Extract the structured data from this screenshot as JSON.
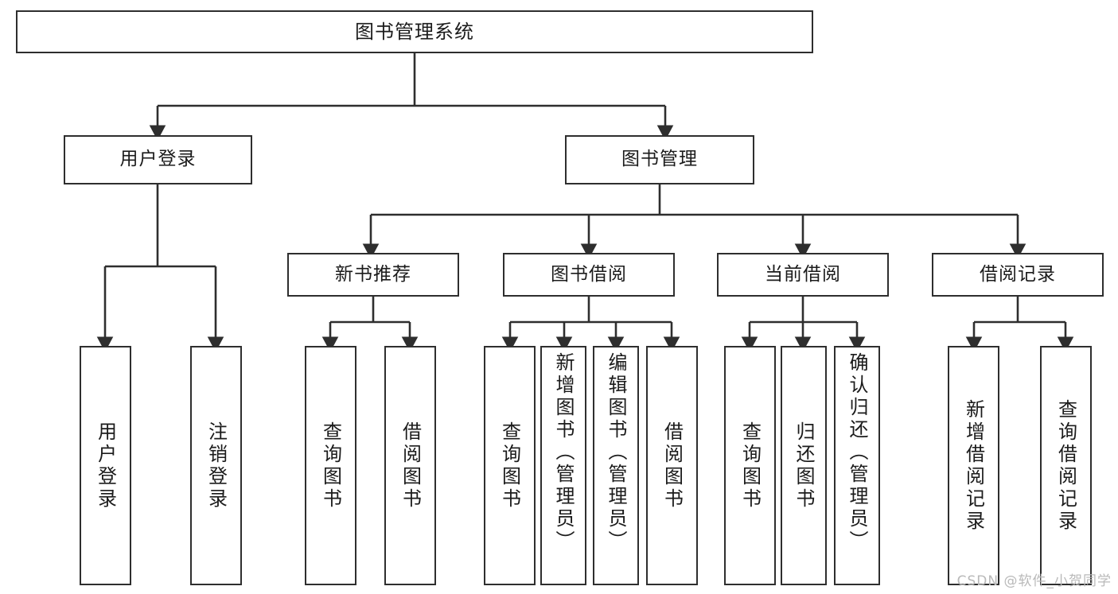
{
  "diagram": {
    "title_node": {
      "label": "图书管理系统"
    },
    "level1": [
      {
        "label": "用户登录"
      },
      {
        "label": "图书管理"
      }
    ],
    "level2": [
      {
        "label": "新书推荐"
      },
      {
        "label": "图书借阅"
      },
      {
        "label": "当前借阅"
      },
      {
        "label": "借阅记录"
      }
    ],
    "leaves": {
      "user_login": [
        {
          "label": "用户登录"
        },
        {
          "label": "注销登录"
        }
      ],
      "new_book_recommend": [
        {
          "label": "查询图书"
        },
        {
          "label": "借阅图书"
        }
      ],
      "book_borrow": [
        {
          "label": "查询图书"
        },
        {
          "label": "新增图书（管理员）"
        },
        {
          "label": "编辑图书（管理员）"
        },
        {
          "label": "借阅图书"
        }
      ],
      "current_borrow": [
        {
          "label": "查询图书"
        },
        {
          "label": "归还图书"
        },
        {
          "label": "确认归还（管理员）"
        }
      ],
      "borrow_record": [
        {
          "label": "新增借阅记录"
        },
        {
          "label": "查询借阅记录"
        }
      ]
    }
  },
  "watermark": {
    "text": "CSDN @软件_小贺同学"
  },
  "colors": {
    "stroke": "#2e2e2e",
    "background": "#ffffff",
    "text": "#1b1b1b",
    "watermark": "#b9b9b9"
  }
}
